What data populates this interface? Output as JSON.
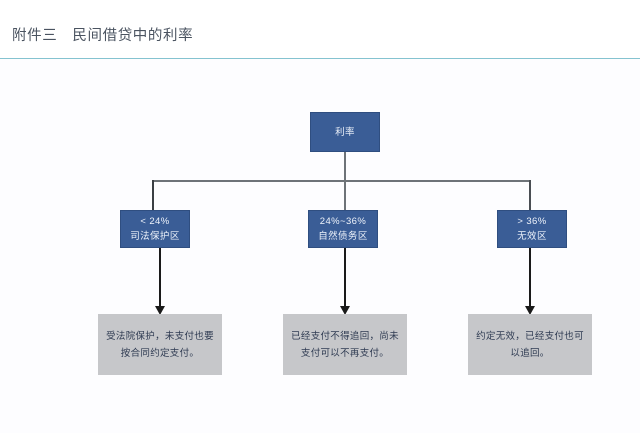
{
  "header": {
    "title": "附件三　民间借贷中的利率",
    "divider_color": "#85c3d0"
  },
  "diagram": {
    "root": {
      "label": "利率",
      "fill": "#3a5d96",
      "text_color": "#eef3fb"
    },
    "branches": [
      {
        "range_label": "< 24%",
        "zone_label": "司法保护区",
        "outcome": "受法院保护，未支付也要按合同约定支付。"
      },
      {
        "range_label": "24%~36%",
        "zone_label": "自然债务区",
        "outcome": "已经支付不得追回，尚未支付可以不再支付。"
      },
      {
        "range_label": "> 36%",
        "zone_label": "无效区",
        "outcome": "约定无效，已经支付也可以追回。"
      }
    ],
    "leaf_fill": "#c6c7ca",
    "connector_color": "#6e7378",
    "arrow_color": "#1a1a1a"
  }
}
